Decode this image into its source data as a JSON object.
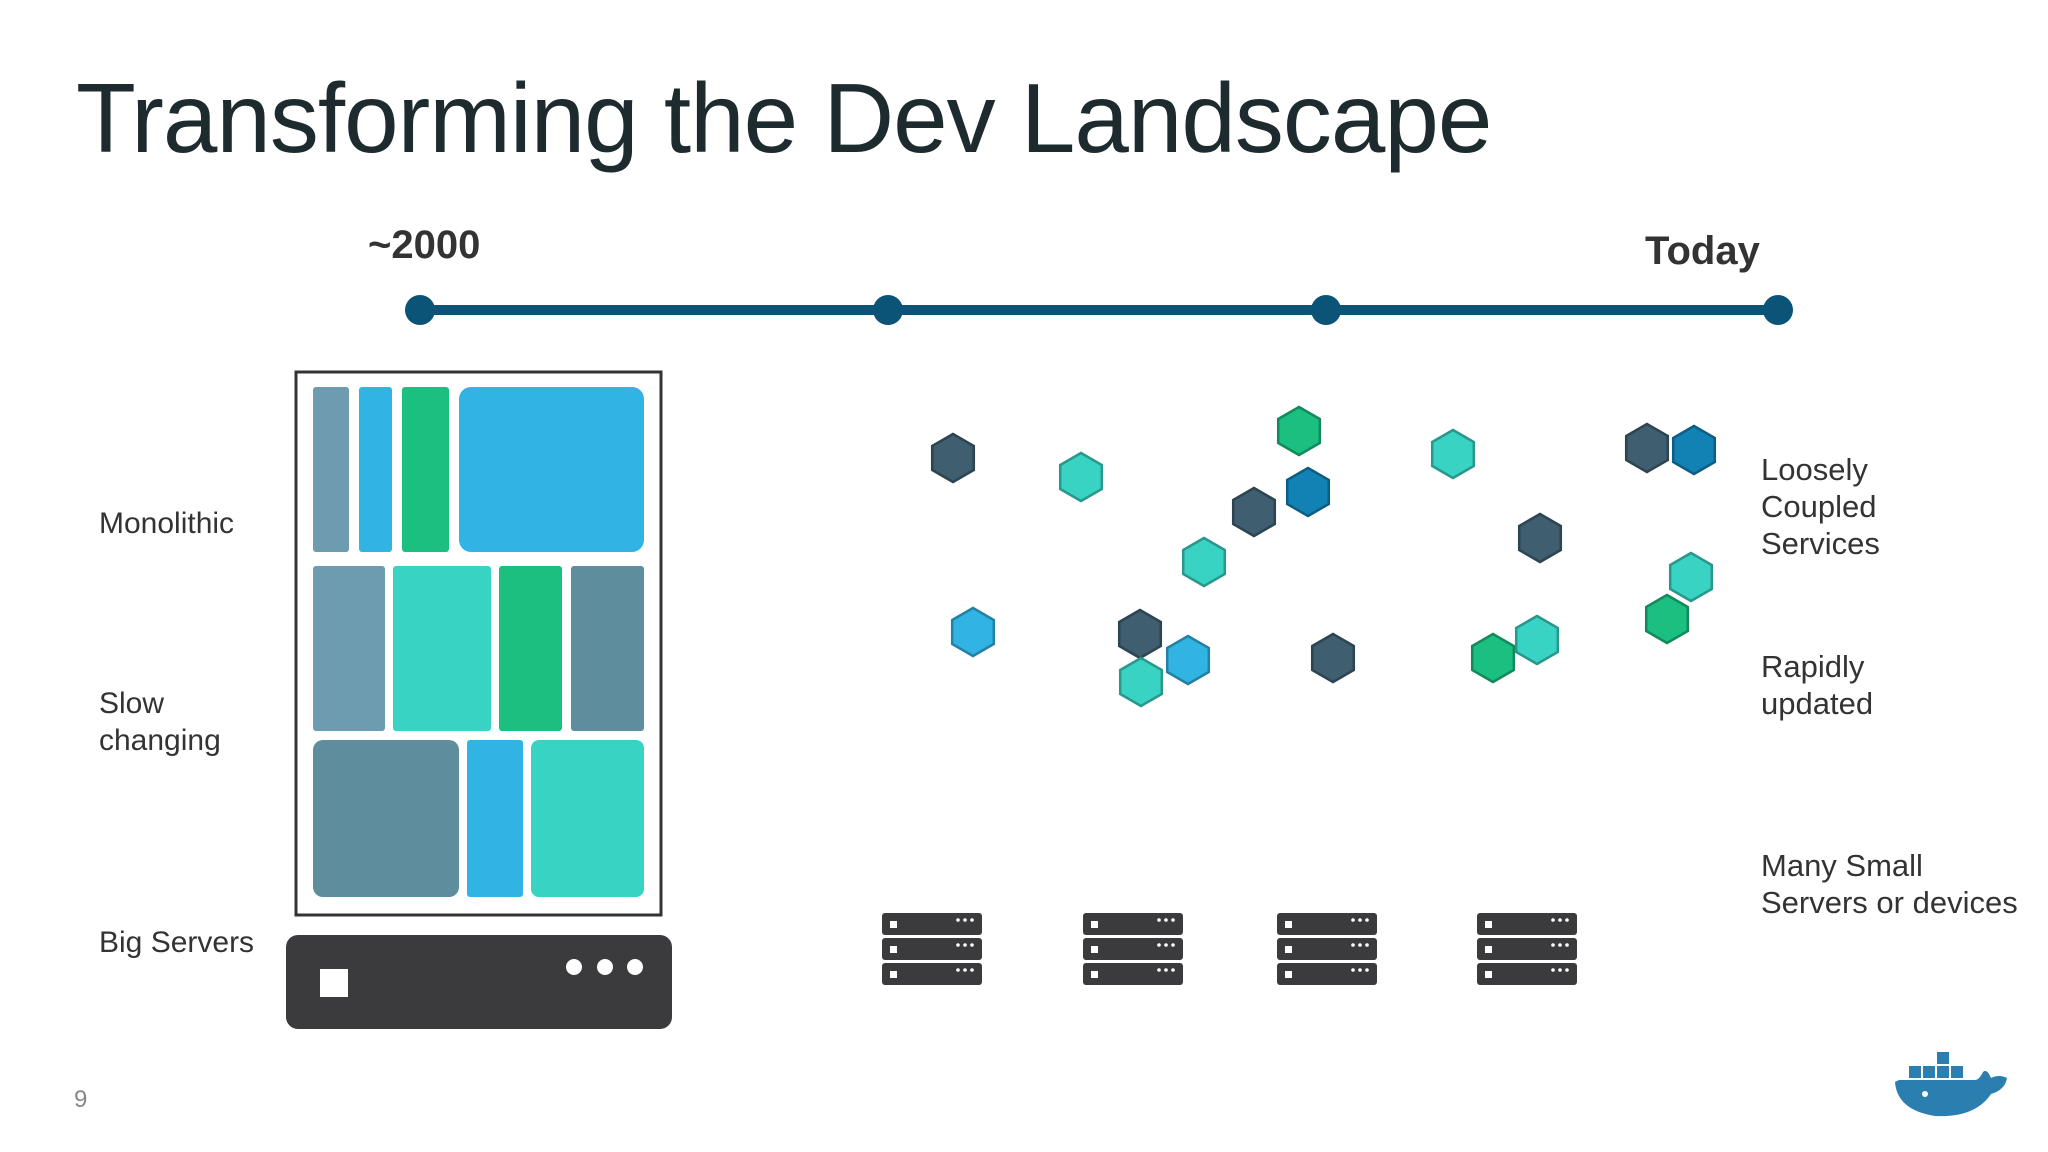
{
  "slide": {
    "title": "Transforming the Dev Landscape",
    "page_number": "9"
  },
  "timeline": {
    "start_label": "~2000",
    "end_label": "Today"
  },
  "left_labels": {
    "monolithic": "Monolithic",
    "slow_line1": "Slow",
    "slow_line2": "changing",
    "big_servers": "Big Servers"
  },
  "right_labels": {
    "loosely_line1": "Loosely",
    "loosely_line2": "Coupled",
    "loosely_line3": "Services",
    "rapidly_line1": "Rapidly",
    "rapidly_line2": "updated",
    "many_line1": "Many Small",
    "many_line2": "Servers or devices"
  },
  "colors": {
    "timeline": "#0b5477",
    "slate": "#3f5f70",
    "teal": "#39d3c3",
    "green": "#1bbf80",
    "sky": "#31b3e4",
    "blue": "#1282b5",
    "gray_blue": "#6d9cb0",
    "server_dark": "#3b3a3c"
  },
  "icons": {
    "logo": "docker-whale-icon"
  }
}
